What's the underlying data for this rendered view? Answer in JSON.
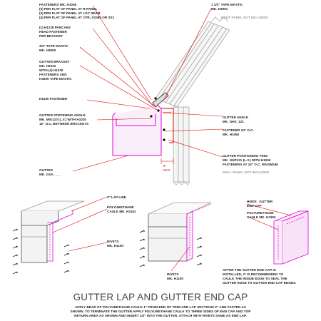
{
  "labels": {
    "fasteners": [
      "FASTENERS MK. H1036",
      "(3) PER FLAT OF PANEL AT R-PANEL",
      "(3) PER FLAT OF PANEL AT LOC SEAM",
      "(4) PER FLAT OF PANEL AT CFR, SS360 OR SS1"
    ],
    "pancake": [
      "(1) H1228 PANCAKE",
      "HEAD FASTENER",
      "PER BRACKET"
    ],
    "tape_34": [
      "3/4\" TAPE MASTIC",
      "MK. H3000"
    ],
    "gutter_bracket": [
      "GUTTER BRACKET",
      "MK. H2310",
      "WITH (4) H1030",
      "FASTENERS AND",
      "H3000 TAPE MASTIC"
    ],
    "h1030": [
      "H1030 FASTENER"
    ],
    "stiffening": [
      "GUTTER STIFFENING ANGLE",
      "MK. MIG110 (L.V.) WITH H1020",
      "12\" O.C. BETWEEN BRACKETS"
    ],
    "gutter": [
      "GUTTER",
      "MK. GSA____"
    ],
    "tape_112": [
      "1 1/2\" TAPE MASTIC",
      "MK. H3001"
    ],
    "roof_panel": [
      "ROOF PANEL NOT INCLUDED"
    ],
    "gutter_angle": [
      "GUTTER ANGLE",
      "MK. GHS_121"
    ],
    "fastener_24": [
      "FASTENER 24\" O.C.",
      "MK. H1050"
    ],
    "positioning": [
      "GUTTER POSITIONING TRIM",
      "MK. GHP121 (L.V.) WITH H1050",
      "FASTENERS AT 24\" O.C. MAXIMUM"
    ],
    "wall_panel": [
      "WALL PANEL NOT INCLUDED"
    ],
    "dim_text": "8\"",
    "dim_sub": "MAX",
    "lap_line": [
      "2\" LAP LINE"
    ],
    "polyurethane_1": [
      "POLYURETHANE",
      "CAULK MK. H3152"
    ],
    "rivets_1": [
      "RIVETS",
      "MK. H1100"
    ],
    "end_cap": [
      "H0003_ GUTTER",
      "END CAP"
    ],
    "polyurethane_2": [
      "POLYURETHANE",
      "CAULK MK. H3152"
    ],
    "rivets_2": [
      "RIVETS",
      "MK. H1100"
    ],
    "after_note": [
      "AFTER THE GUTTER END CAP IS",
      "INSTALLED, IT IS RECOMMENDED TO",
      "CAULK THE INSIDE EDGE TO SEAL THE",
      "GUTTER EDGE TO GUTTER END CAP EDGES."
    ]
  },
  "title": "GUTTER LAP AND GUTTER END CAP",
  "description": [
    "APPLY BEAD OF POLYURETHANE CAULK 1\" FROM END OF TRIM AND LAP SECTIONS 2\" AND FASTEN AS",
    "SHOWN. TO TERMINATE THE GUTTER APPLY POLYURETHANE CAULK TO THREE SIDES OF END CAP AND TOP",
    "RETURN AREA AS SHOWN AND INSERT 1/2\" INTO THE GUTTER. ATTACH WITH RIVETS SAME AS END LAP."
  ],
  "colors": {
    "magenta": "#e000d8",
    "red": "#e00000",
    "line": "#4a4a4a",
    "light": "#9a9a9a",
    "fill": "#f4f4f4"
  }
}
